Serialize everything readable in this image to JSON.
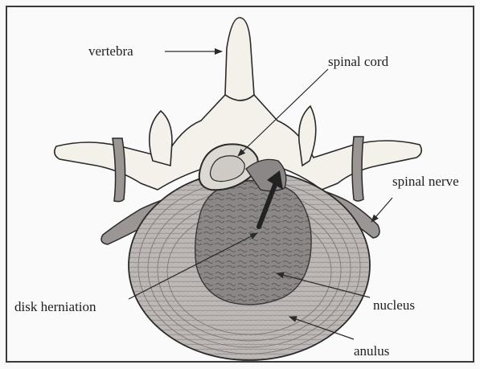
{
  "diagram": {
    "labels": {
      "vertebra": "vertebra",
      "spinal_cord": "spinal cord",
      "spinal_nerve": "spinal nerve",
      "disk_herniation": "disk herniation",
      "nucleus": "nucleus",
      "anulus": "anulus"
    },
    "colors": {
      "bone": "#f4f1ea",
      "tissue": "#9b9594",
      "nucleus": "#8c8787",
      "anulus": "#bdb8b6",
      "outline": "#2a2a2a",
      "background": "#fafafa",
      "frame": "#3a3a3a"
    }
  }
}
